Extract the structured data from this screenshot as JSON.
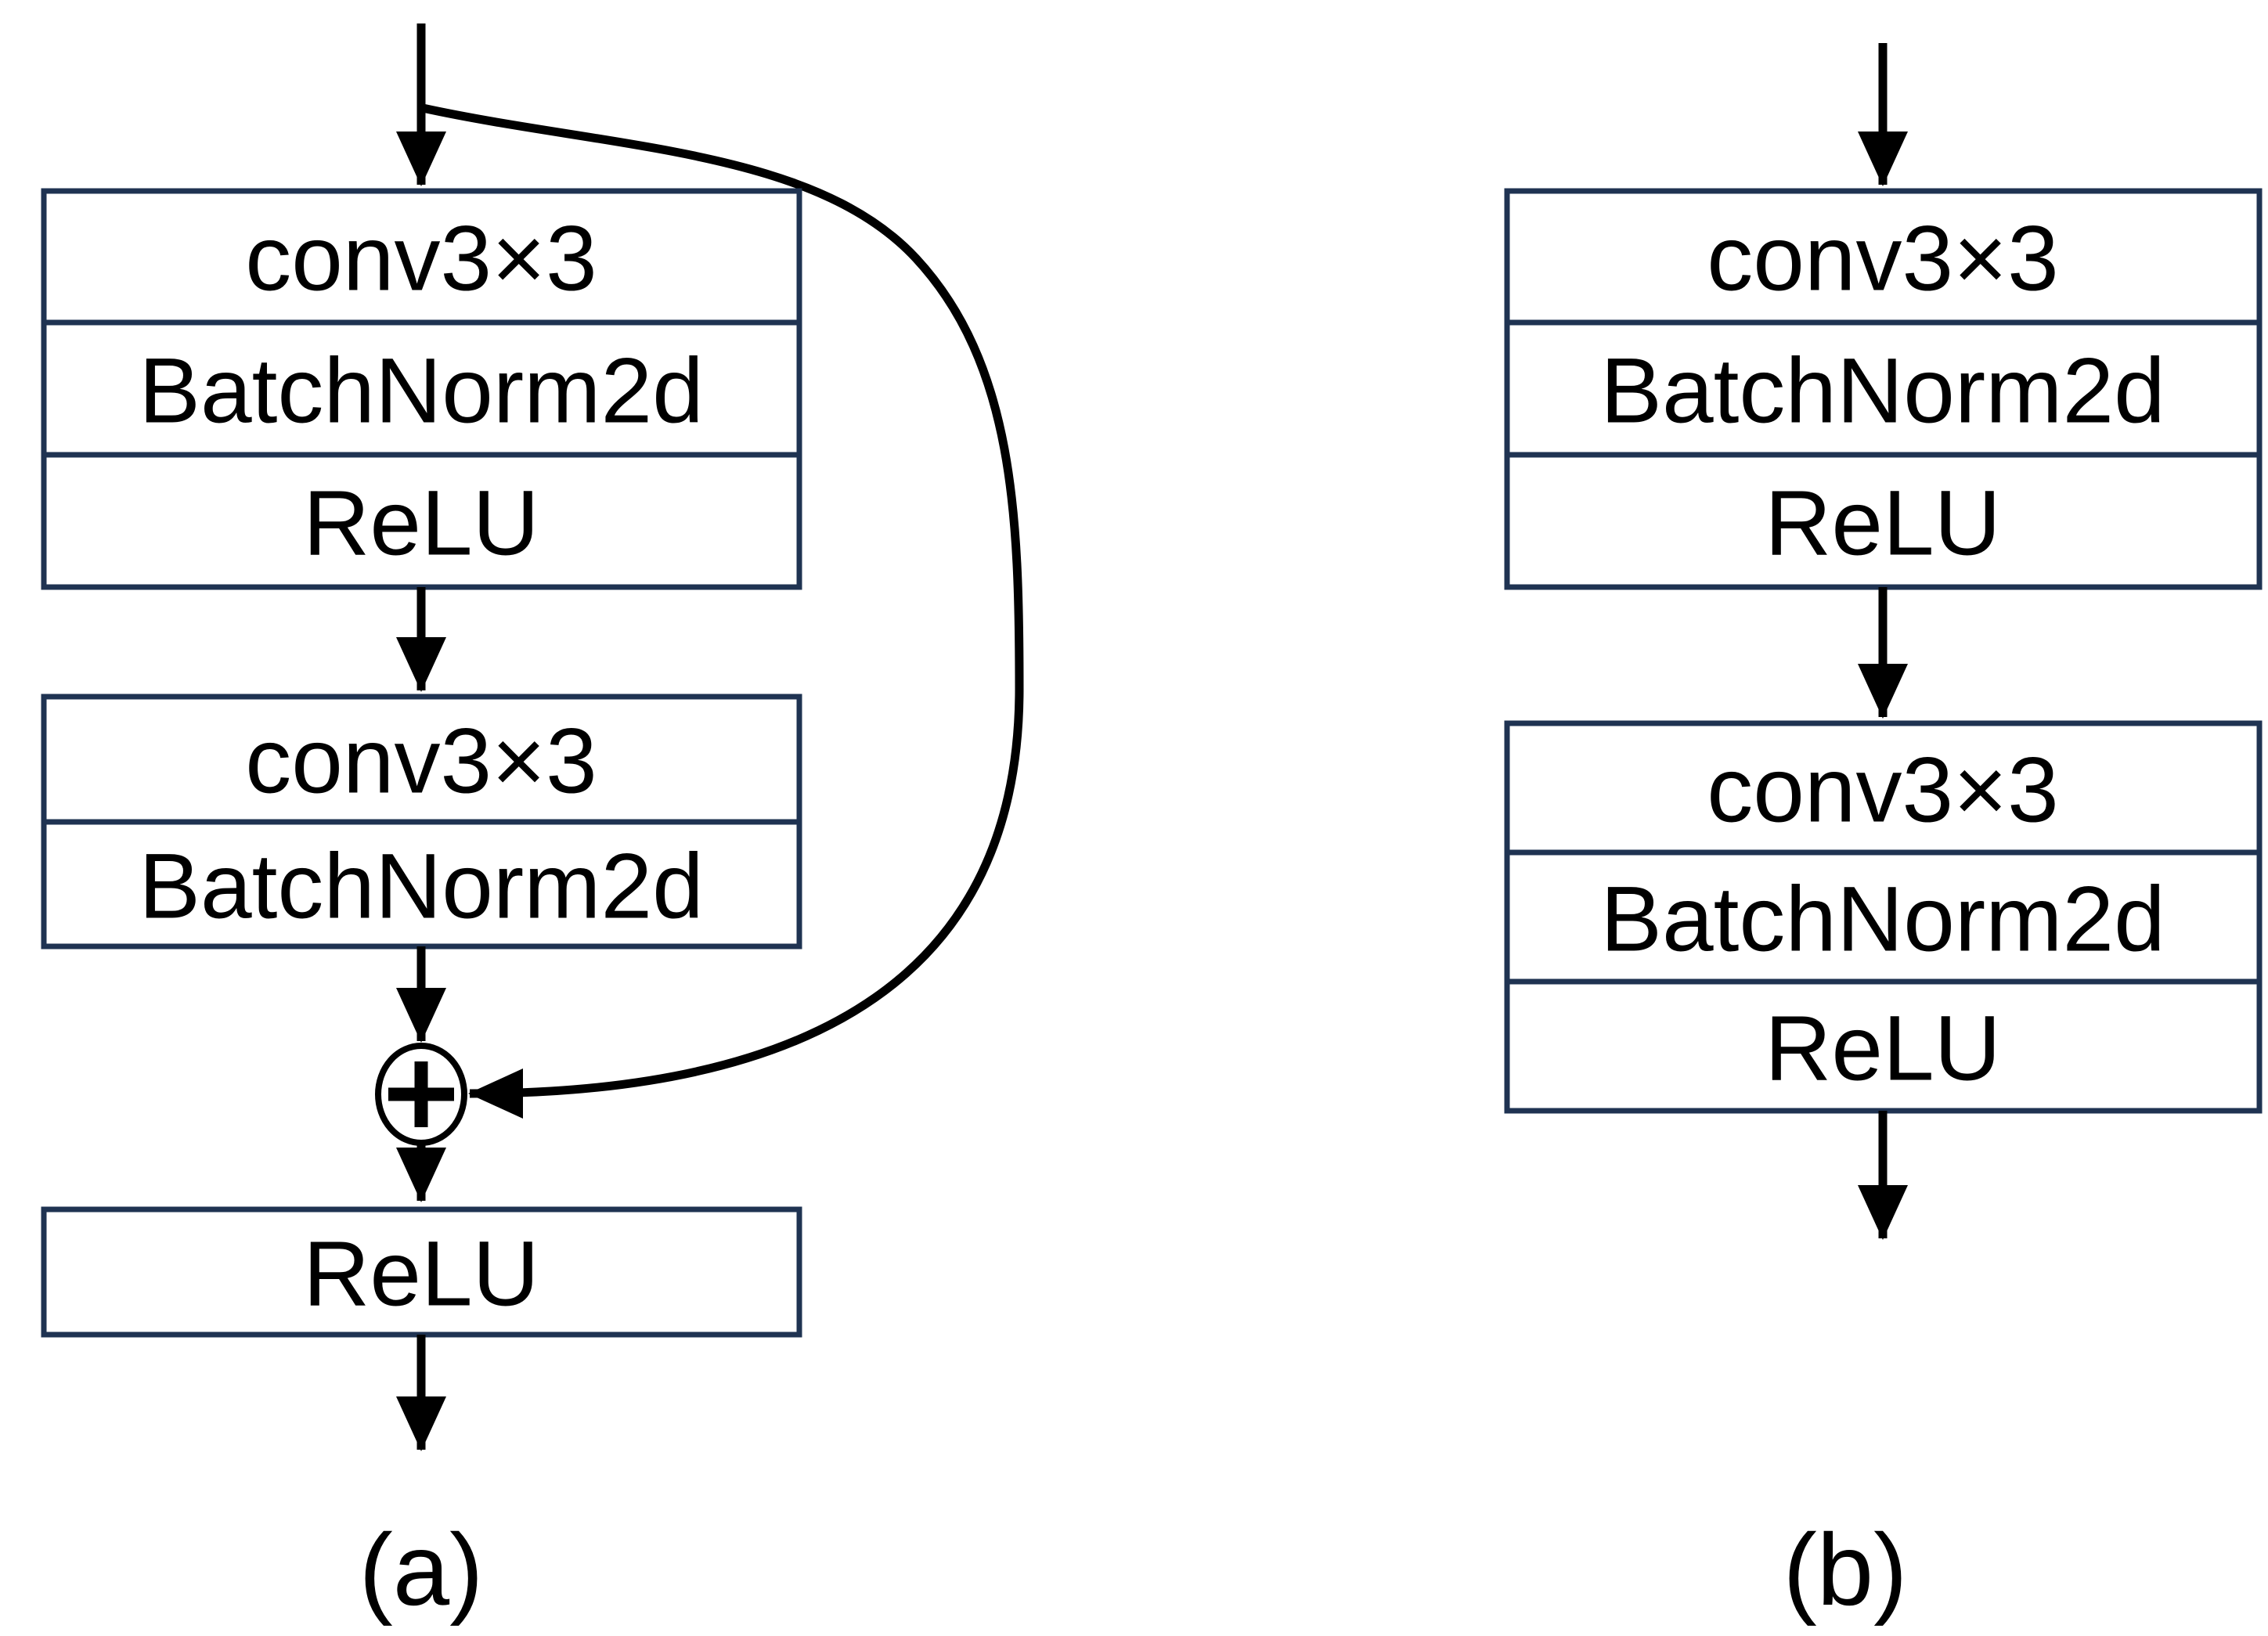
{
  "figure": {
    "type": "neural-network-block-diagram",
    "panel_a": {
      "caption": "(a)",
      "stack1_rows": [
        "conv3×3",
        "BatchNorm2d",
        "ReLU"
      ],
      "stack2_rows": [
        "conv3×3",
        "BatchNorm2d"
      ],
      "merge_symbol": "+",
      "output_block_rows": [
        "ReLU"
      ],
      "has_skip_connection": true
    },
    "panel_b": {
      "caption": "(b)",
      "stack1_rows": [
        "conv3×3",
        "BatchNorm2d",
        "ReLU"
      ],
      "stack2_rows": [
        "conv3×3",
        "BatchNorm2d",
        "ReLU"
      ],
      "has_skip_connection": false
    },
    "colors": {
      "box_border": "#1f3352",
      "box_fill": "#ffffff",
      "line": "#000000",
      "text": "#000000",
      "background": "#ffffff"
    }
  }
}
